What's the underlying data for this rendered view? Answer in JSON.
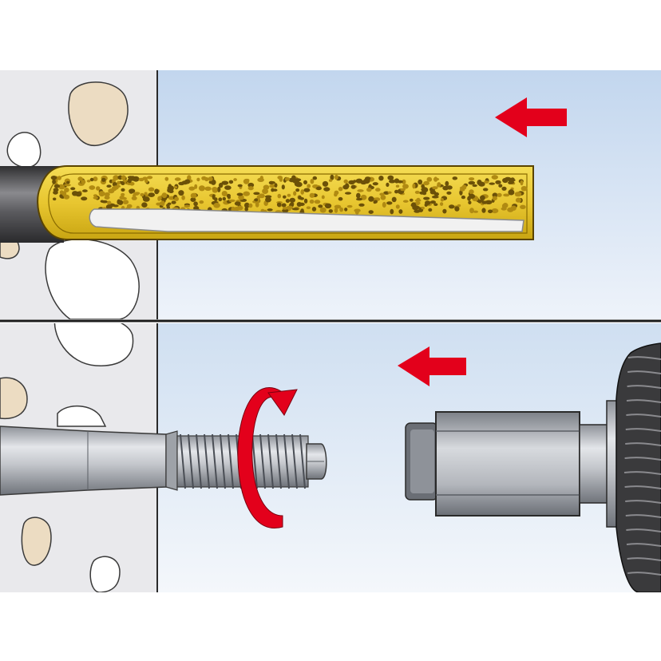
{
  "figure": {
    "panels": [
      {
        "id": "insert-capsule",
        "direction_arrow": "left"
      },
      {
        "id": "drive-threaded-rod",
        "direction_arrow": "left",
        "rotation_indicator": "clockwise"
      }
    ]
  },
  "colors": {
    "background": "#ffffff",
    "wall": "#e9e9ec",
    "wall_outline": "#2a2a2a",
    "drill_hole_bg_top": "#c9dbf0",
    "drill_hole_bg_bottom": "#f2f6fb",
    "stone_beige": "#ecdcc2",
    "stone_white": "#ffffff",
    "capsule_glass": "#e8cc3a",
    "capsule_resin": "#b08a12",
    "capsule_grain": "#6b5008",
    "rod_steel": "#b9bcc2",
    "rod_steel_dark": "#7a7e86",
    "arrow_red": "#e3001b",
    "chuck_dark": "#3a3a3c",
    "divider": "#1a1a1a"
  },
  "icons": {
    "arrow_top": "left-arrow-icon",
    "arrow_bottom": "left-arrow-icon",
    "rotation": "clockwise-rotation-icon"
  }
}
